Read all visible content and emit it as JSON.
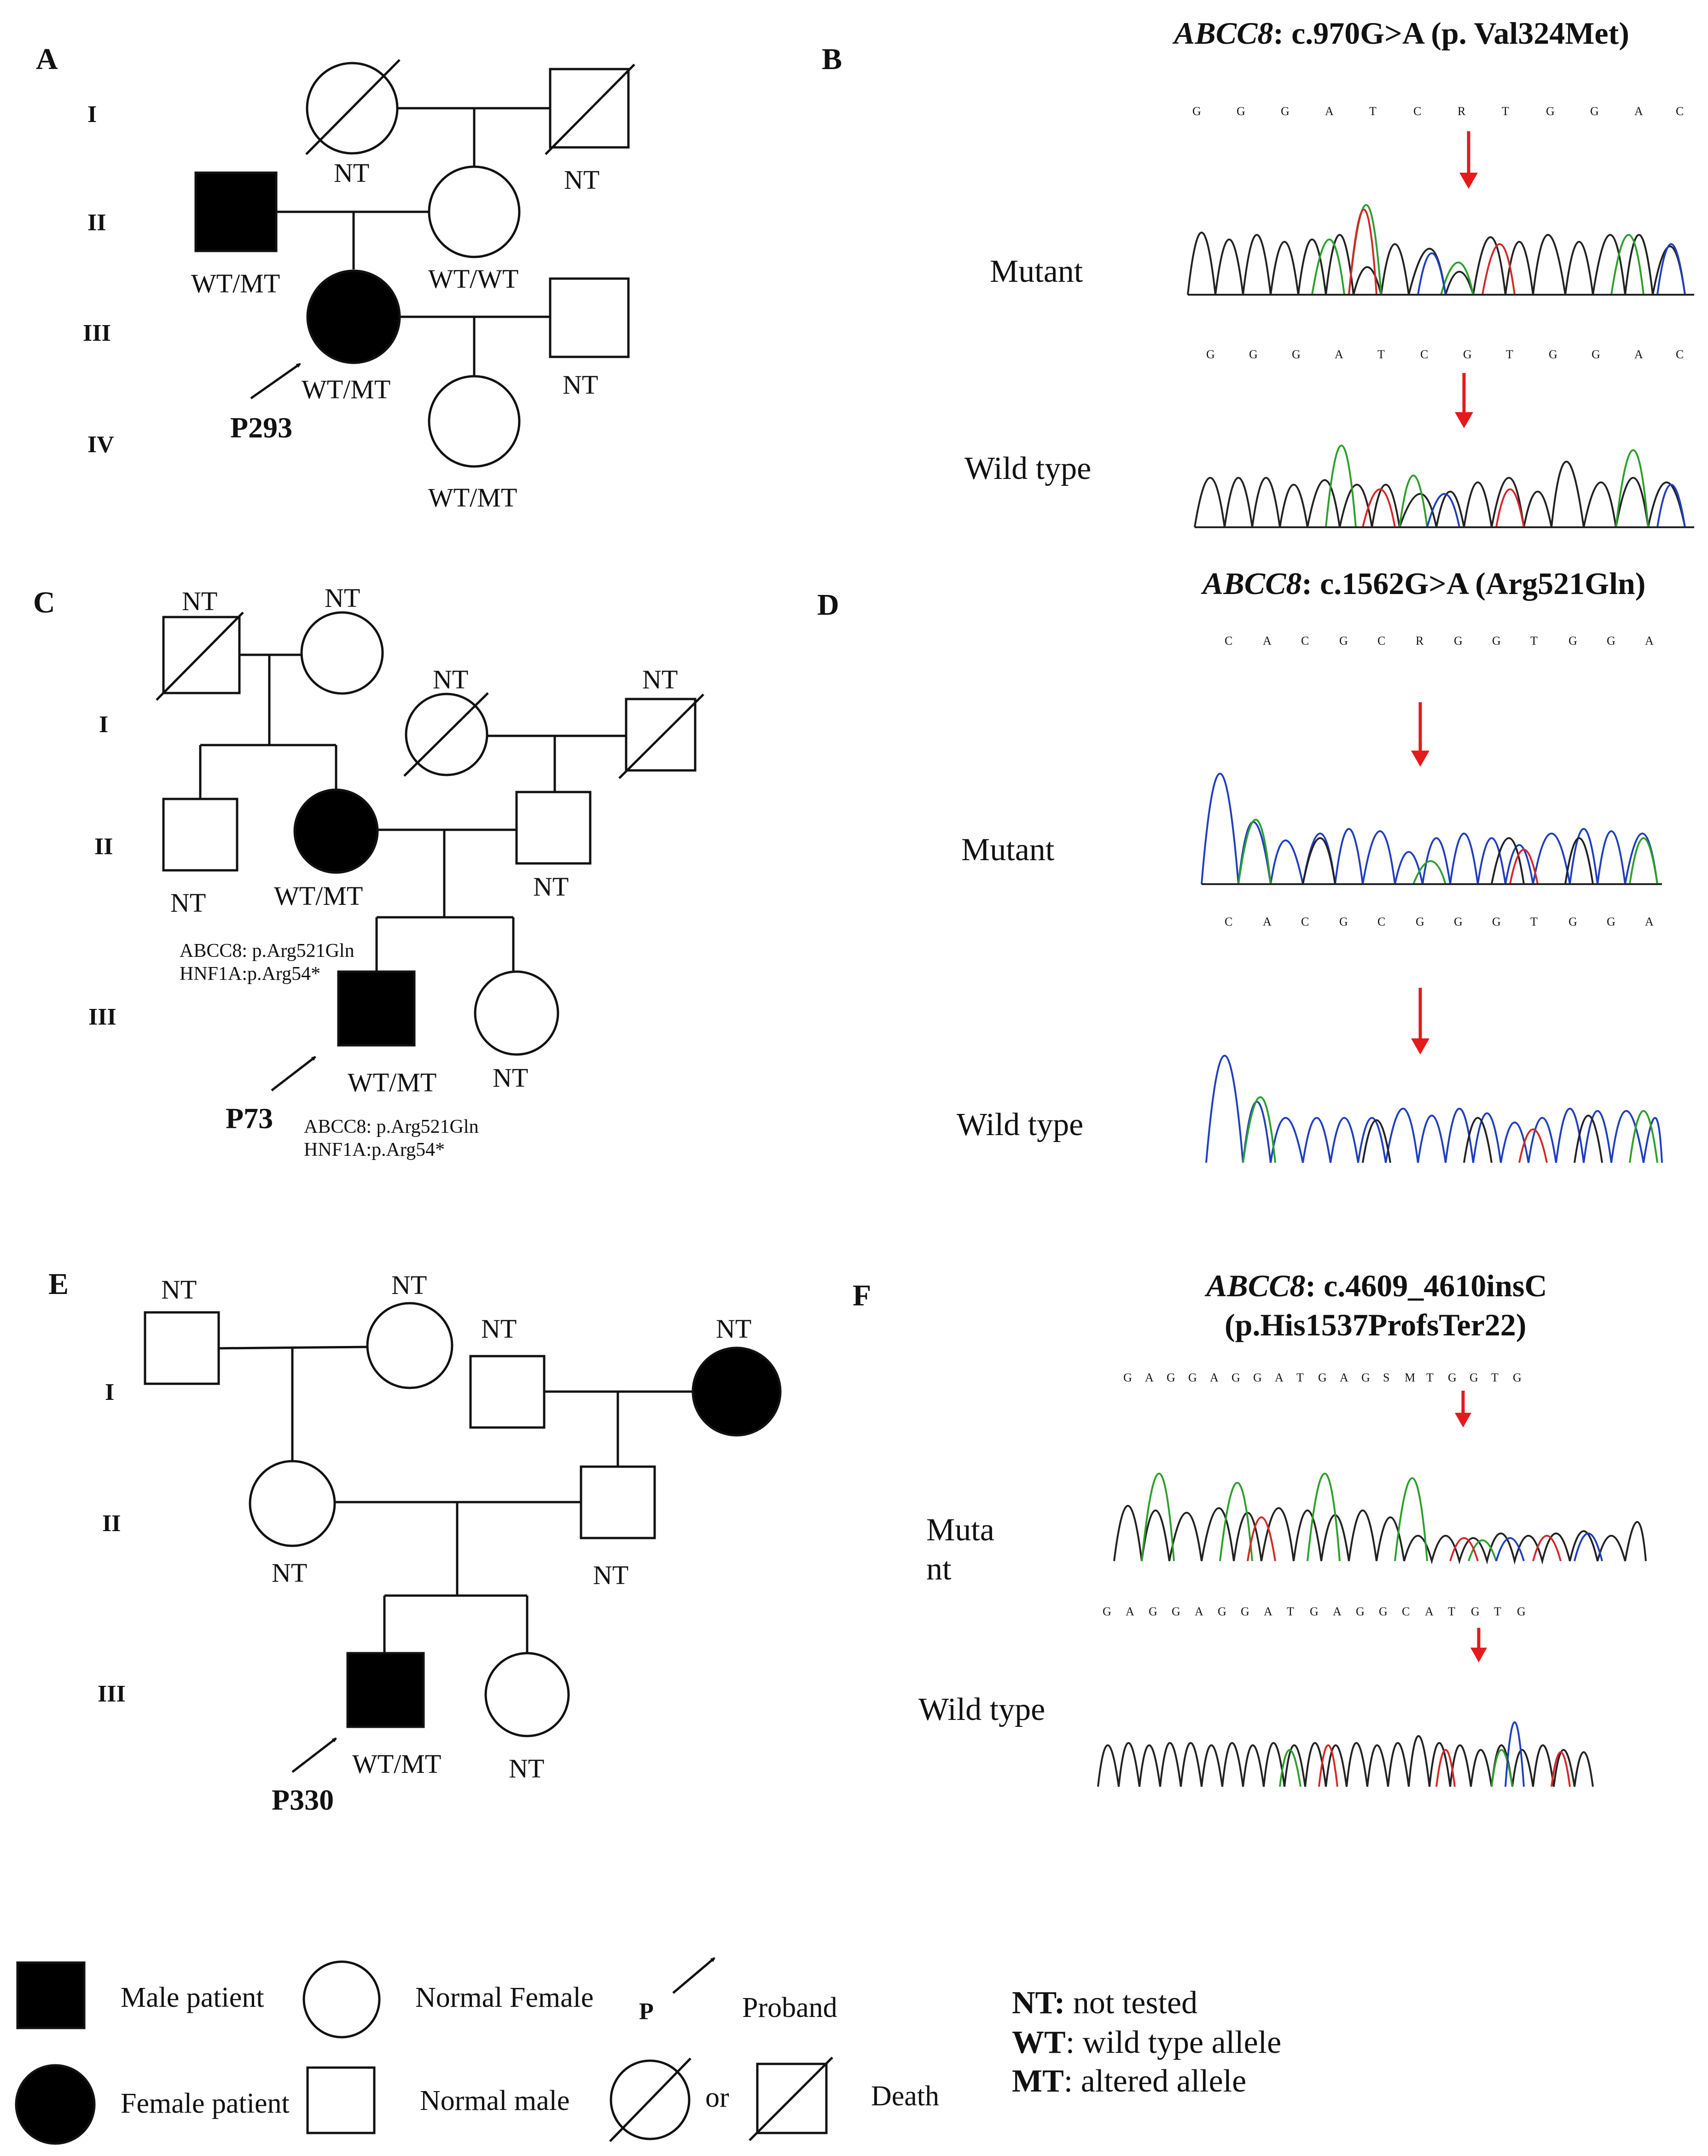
{
  "panels": {
    "A": {
      "label": "A",
      "generations": [
        "I",
        "II",
        "III",
        "IV"
      ],
      "labels": [
        "NT",
        "NT",
        "WT/MT",
        "WT/WT",
        "WT/MT",
        "NT",
        "WT/MT"
      ],
      "proband": "P293"
    },
    "B": {
      "label": "B",
      "gene": "ABCC8",
      "variant": ": c.970G>A (p. Val324Met)",
      "mutant_label": "Mutant",
      "wildtype_label": "Wild type",
      "mutant_seq": [
        "G",
        "G",
        "G",
        "A",
        "T",
        "C",
        "R",
        "T",
        "G",
        "G",
        "A",
        "C"
      ],
      "wildtype_seq": [
        "G",
        "G",
        "G",
        "A",
        "T",
        "C",
        "G",
        "T",
        "G",
        "G",
        "A",
        "C"
      ]
    },
    "C": {
      "label": "C",
      "generations": [
        "I",
        "II",
        "III"
      ],
      "labels": [
        "NT",
        "NT",
        "NT",
        "NT",
        "NT",
        "WT/MT",
        "NT",
        "WT/MT",
        "NT"
      ],
      "annotation_1": "ABCC8: p.Arg521Gln",
      "annotation_2": "HNF1A:p.Arg54*",
      "proband": "P73"
    },
    "D": {
      "label": "D",
      "gene": "ABCC8",
      "variant": ": c.1562G>A (Arg521Gln)",
      "mutant_label": "Mutant",
      "wildtype_label": "Wild type",
      "mutant_seq": [
        "C",
        "A",
        "C",
        "G",
        "C",
        "R",
        "G",
        "G",
        "T",
        "G",
        "G",
        "A"
      ],
      "wildtype_seq": [
        "C",
        "A",
        "C",
        "G",
        "C",
        "G",
        "G",
        "G",
        "T",
        "G",
        "G",
        "A"
      ]
    },
    "E": {
      "label": "E",
      "generations": [
        "I",
        "II",
        "III"
      ],
      "labels": [
        "NT",
        "NT",
        "NT",
        "NT",
        "NT",
        "NT",
        "WT/MT",
        "NT"
      ],
      "proband": "P330"
    },
    "F": {
      "label": "F",
      "gene": "ABCC8",
      "variant": ": c.4609_4610insC",
      "variant_line2": "(p.His1537ProfsTer22)",
      "mutant_label_1": "Muta",
      "mutant_label_2": "nt",
      "wildtype_label": "Wild type",
      "mutant_seq": [
        "G",
        "A",
        "G",
        "G",
        "A",
        "G",
        "G",
        "A",
        "T",
        "G",
        "A",
        "G",
        "S",
        "M",
        "T",
        "G",
        "G",
        "T",
        "G"
      ],
      "wildtype_seq": [
        "G",
        "A",
        "G",
        "G",
        "A",
        "G",
        "G",
        "A",
        "T",
        "G",
        "A",
        "G",
        "G",
        "C",
        "A",
        "T",
        "G",
        "T",
        "G"
      ]
    }
  },
  "legend": {
    "male_patient": "Male patient",
    "normal_female": "Normal Female",
    "proband_letter": "P",
    "proband": "Proband",
    "female_patient": "Female patient",
    "normal_male": "Normal male",
    "or": "or",
    "death": "Death",
    "nt_abbr": "NT:",
    "nt_desc": " not tested",
    "wt_abbr": "WT",
    "wt_desc": ": wild type allele",
    "mt_abbr": "MT",
    "mt_desc": ": altered allele"
  },
  "colors": {
    "arrow": "#e41a1c",
    "trace_A": "#2ca02c",
    "trace_C": "#1f3fbf",
    "trace_G": "#222222",
    "trace_T": "#d62728",
    "ambiguous": "#c03fc0"
  }
}
